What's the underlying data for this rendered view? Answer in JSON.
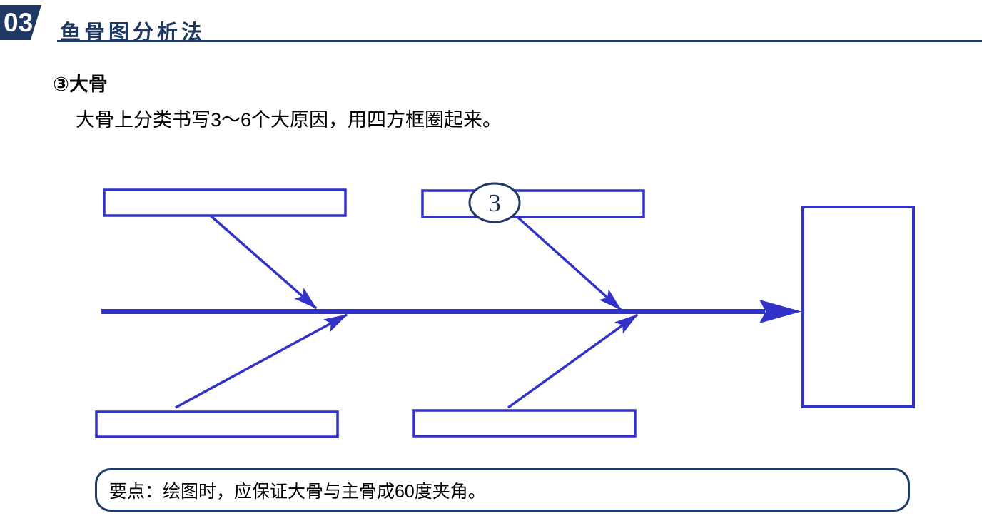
{
  "slide": {
    "section_number": "03",
    "title": "鱼骨图分析法",
    "subsection_heading": "③大骨",
    "body_text": "大骨上分类书写3～6个大原因，用四方框圈起来。",
    "note_text": "要点：绘图时，应保证大骨与主骨成60度夹角。"
  },
  "diagram": {
    "type": "fishbone",
    "step_circle_label": "3",
    "colors": {
      "bone_blue": "#3232C8",
      "navy": "#1F3864"
    },
    "elements": {
      "cause_boxes_empty": 4,
      "effect_box_empty": 1
    }
  }
}
